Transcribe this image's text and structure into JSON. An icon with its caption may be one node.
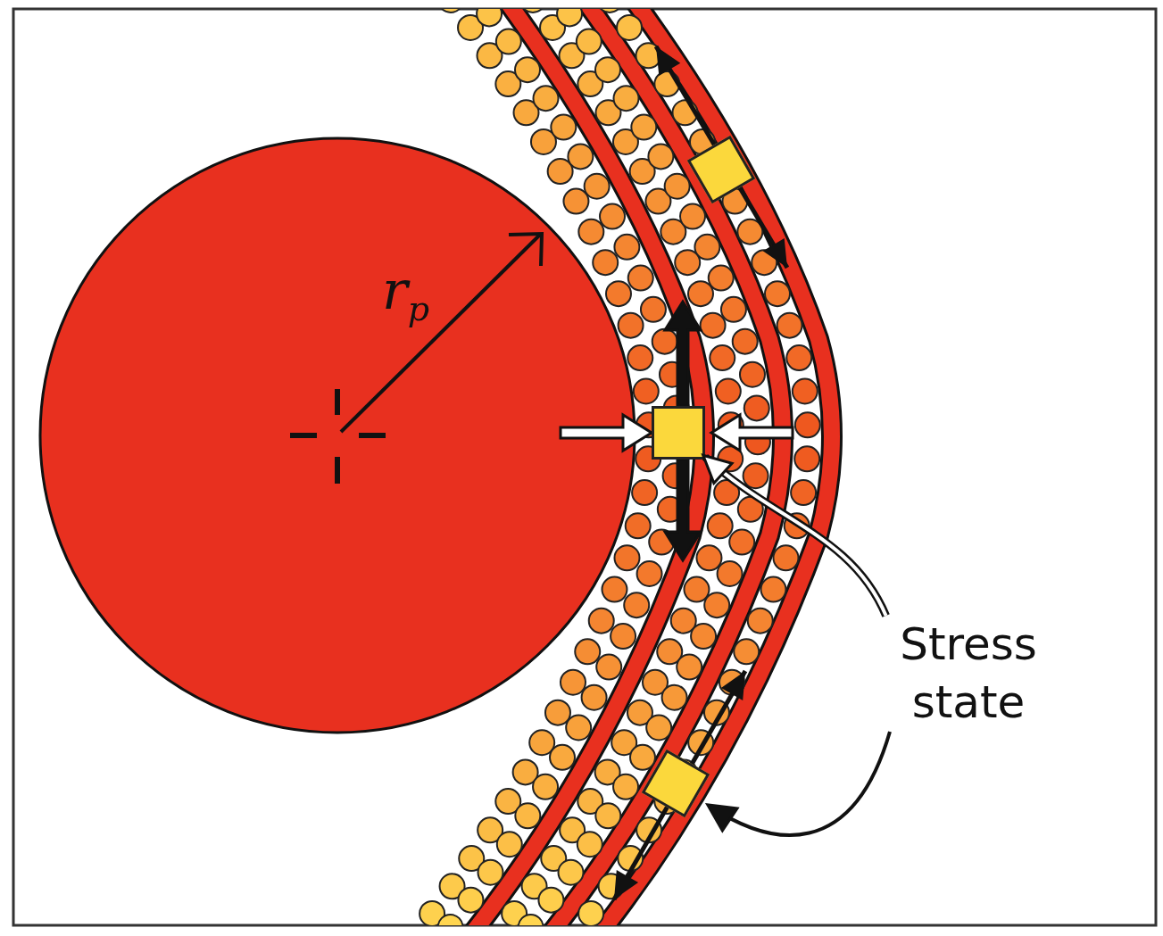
{
  "diagram": {
    "nodes": [
      {
        "text": [],
        "shape": "box"
      },
      {
        "text": [],
        "shape": "box"
      },
      {
        "text": [],
        "shape": "box"
      },
      {
        "text": [
          "Stress state"
        ]
      }
    ],
    "edges": [
      {
        "from": 3,
        "to": 1,
        "arrow": "to",
        "color": "#ffffff"
      },
      {
        "from": 3,
        "to": 2,
        "arrow": "to",
        "color": "#111111"
      }
    ],
    "labels": [
      "r$_{p}$"
    ]
  }
}
